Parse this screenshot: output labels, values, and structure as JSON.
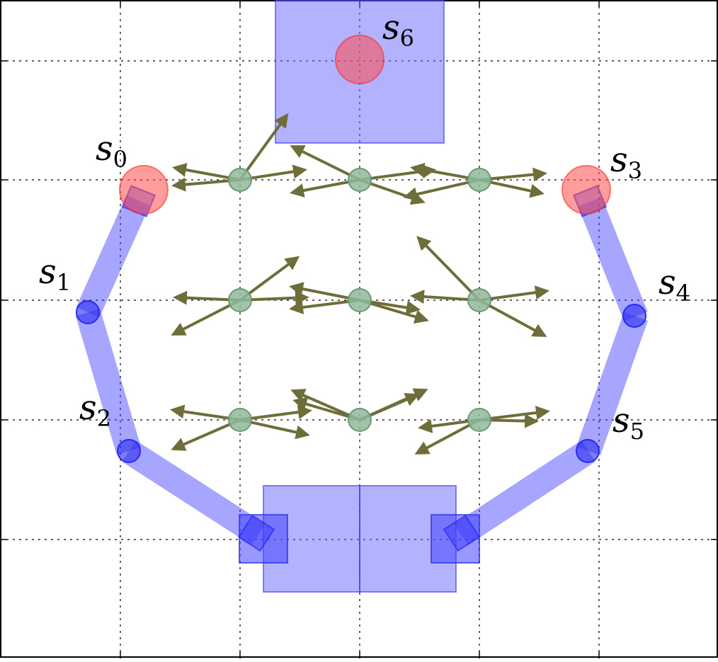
{
  "colors": {
    "arm": "#3a3aff",
    "joint": "#2a2aee",
    "state_red": "#ff4a4a",
    "node_green": "#8fb89a",
    "arrow": "#6e6e3a",
    "grid": "#000000"
  },
  "labels": {
    "s0": "s",
    "s0_sub": "0",
    "s1": "s",
    "s1_sub": "1",
    "s2": "s",
    "s2_sub": "2",
    "s3": "s",
    "s3_sub": "3",
    "s4": "s",
    "s4_sub": "4",
    "s5": "s",
    "s5_sub": "5",
    "s6": "s",
    "s6_sub": "6"
  }
}
